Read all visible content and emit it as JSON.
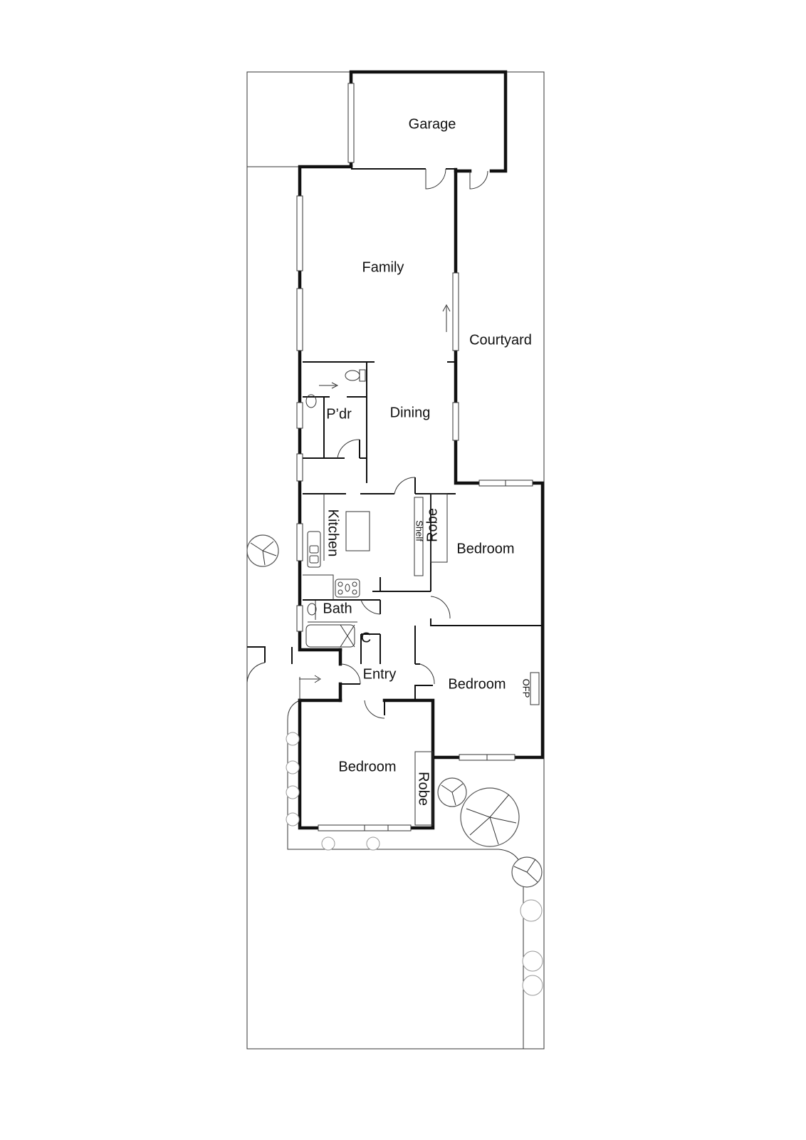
{
  "plan": {
    "rooms": {
      "garage": "Garage",
      "family": "Family",
      "courtyard": "Courtyard",
      "powder": "P’dr",
      "dining": "Dining",
      "kitchen": "Kitchen",
      "shelf": "Shelf",
      "robe_1": "Robe",
      "bedroom_1": "Bedroom",
      "bath": "Bath",
      "cupboard": "C",
      "entry": "Entry",
      "bedroom_2": "Bedroom",
      "ofp": "OFP",
      "bedroom_3": "Bedroom",
      "robe_2": "Robe"
    },
    "icons": [
      "tree-icon",
      "shrub-icon",
      "toilet-icon",
      "sink-icon",
      "cooktop-icon",
      "bathtub-icon",
      "arrow-icon",
      "door-swing-icon",
      "window-icon"
    ]
  }
}
